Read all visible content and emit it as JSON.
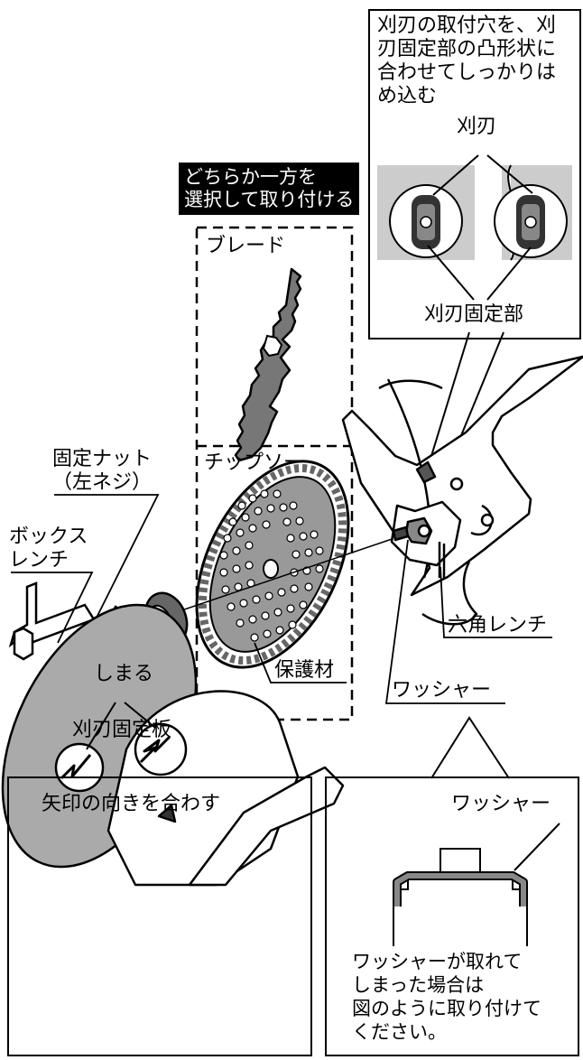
{
  "callout_top": {
    "instruction": [
      "刈刃の取付穴を、刈",
      "刃固定部の凸形状に",
      "合わせてしっかりは",
      "め込む"
    ],
    "label_blade": "刈刃",
    "label_fixing": "刈刃固定部"
  },
  "choose_banner": [
    "どちらか一方を",
    "選択して取り付ける"
  ],
  "blade_label": "ブレード",
  "chipsaw_label": "チップソー",
  "fixing_nut": [
    "固定ナット",
    "（左ネジ）"
  ],
  "box_wrench": [
    "ボックス",
    "レンチ"
  ],
  "tighten": "しまる",
  "fixing_plate": "刈刃固定板",
  "protector": "保護材",
  "hex_wrench": "六角レンチ",
  "washer": "ワッシャー",
  "callout_bottom_left": {
    "arrow_align": "矢印の向きを合わす"
  },
  "callout_bottom_right": {
    "washer": "ワッシャー",
    "note": [
      "ワッシャーが取れて",
      "しまった場合は",
      "図のように取り付けて",
      "ください。"
    ]
  }
}
